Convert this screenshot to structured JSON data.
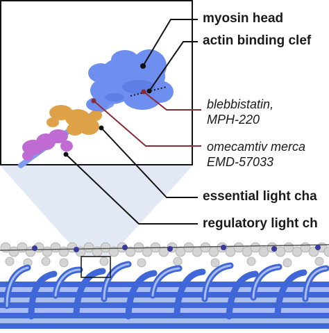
{
  "labels": {
    "myosin_head": "myosin head",
    "actin_binding_cleft": "actin binding clef",
    "inhibitor_line1": "blebbistatin,",
    "inhibitor_line2": "MPH-220",
    "activator_line1": "omecamtiv merca",
    "activator_line2": "EMD-57033",
    "essential_light_chain": "essential light cha",
    "regulatory_light_chain": "regulatory light ch"
  },
  "colors": {
    "head": "#6f8ff0",
    "head_dark": "#4e6fd8",
    "essential_lc": "#e0a24a",
    "regulatory_lc": "#c26bd6",
    "inhibitor_text": "#7a1f2a",
    "inhibitor_line": "#8a2a36",
    "filament": "#3f67d8",
    "filament_light": "#9fb5ee",
    "actin": "#d9d9d9",
    "zoom_cone": "#dfe5f3"
  }
}
